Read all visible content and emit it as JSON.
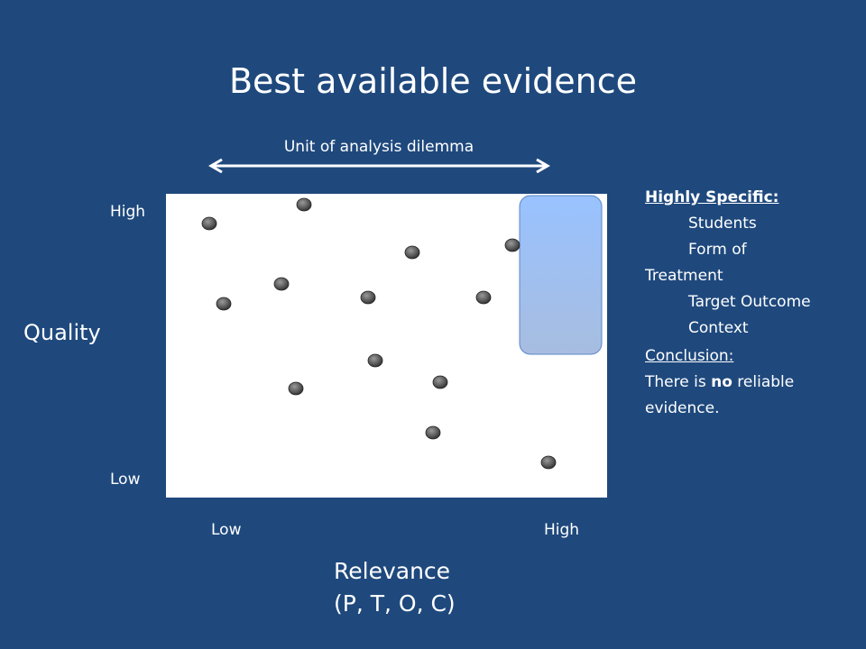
{
  "slide": {
    "title": "Best available evidence",
    "unit_label": "Unit of analysis dilemma"
  },
  "axes": {
    "y_title": "Quality",
    "y_high": "High",
    "y_low": "Low",
    "x_title_line1": "Relevance",
    "x_title_line2": "(P, T, O, C)",
    "x_low": "Low",
    "x_high": "High"
  },
  "notes": {
    "heading": "Highly Specific:",
    "items": [
      "Students",
      "Form of",
      "Target Outcome",
      "Context"
    ],
    "wrap_line": "Treatment",
    "conclusion_heading": "Conclusion:",
    "conclusion_pre": "There is ",
    "conclusion_bold": "no",
    "conclusion_post": " reliable evidence."
  },
  "colors": {
    "background": "#1f497d",
    "plot_background": "#ffffff",
    "highlight_top": "#99c2ff",
    "highlight_bottom": "#a7bde0",
    "dot": "#595959"
  }
}
